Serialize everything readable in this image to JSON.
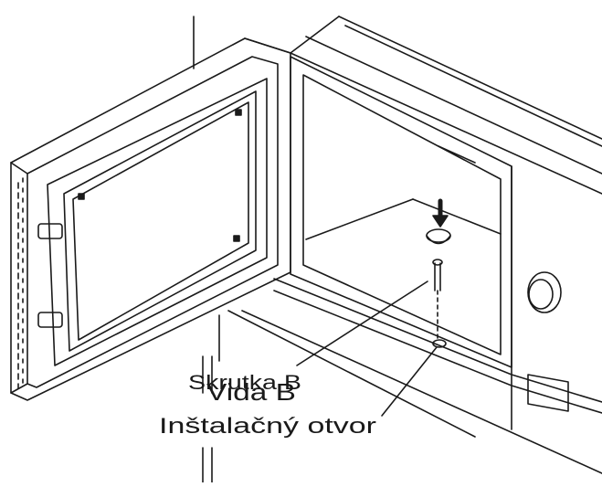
{
  "labels": {
    "screw": "Skrutka B",
    "screw_overlay": "Vida B",
    "hole": "Inštalačný otvor"
  },
  "colors": {
    "line": "#1a1a1a",
    "background": "#ffffff"
  }
}
